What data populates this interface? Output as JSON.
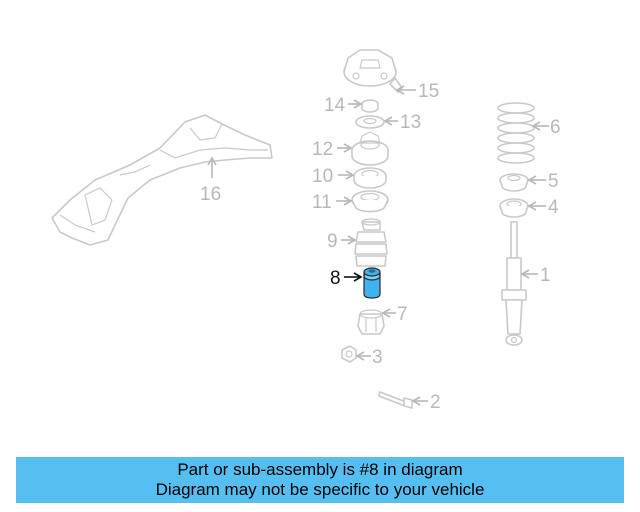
{
  "callouts": [
    {
      "id": "1",
      "text": "1",
      "highlighted": false
    },
    {
      "id": "2",
      "text": "2",
      "highlighted": false
    },
    {
      "id": "3",
      "text": "3",
      "highlighted": false
    },
    {
      "id": "4",
      "text": "4",
      "highlighted": false
    },
    {
      "id": "5",
      "text": "5",
      "highlighted": false
    },
    {
      "id": "6",
      "text": "6",
      "highlighted": false
    },
    {
      "id": "7",
      "text": "7",
      "highlighted": false
    },
    {
      "id": "8",
      "text": "8",
      "highlighted": true
    },
    {
      "id": "9",
      "text": "9",
      "highlighted": false
    },
    {
      "id": "10",
      "text": "10",
      "highlighted": false
    },
    {
      "id": "11",
      "text": "11",
      "highlighted": false
    },
    {
      "id": "12",
      "text": "12",
      "highlighted": false
    },
    {
      "id": "13",
      "text": "13",
      "highlighted": false
    },
    {
      "id": "14",
      "text": "14",
      "highlighted": false
    },
    {
      "id": "15",
      "text": "15",
      "highlighted": false
    },
    {
      "id": "16",
      "text": "16",
      "highlighted": false
    }
  ],
  "banner": {
    "line1": "Part or sub-assembly is #8 in diagram",
    "line2": "Diagram may not be specific to your vehicle"
  },
  "colors": {
    "banner_bg": "#56bff2",
    "highlight_part": "#3fb3ee",
    "line_art": "#c9c9c9"
  }
}
